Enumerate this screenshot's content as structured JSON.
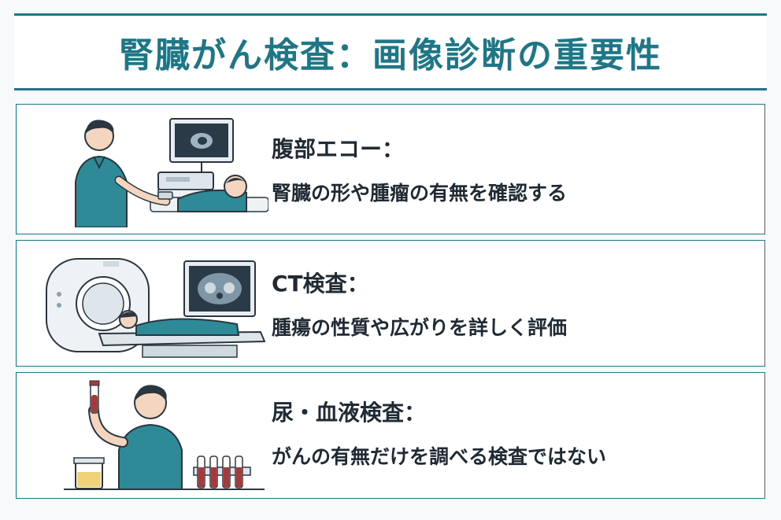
{
  "title": "腎臓がん検査：画像診断の重要性",
  "cards": [
    {
      "heading": "腹部エコー：",
      "description": "腎臓の形や腫瘤の有無を確認する",
      "illustration": "ultrasound-exam-icon"
    },
    {
      "heading": "CT検査：",
      "description": "腫瘍の性質や広がりを詳しく評価",
      "illustration": "ct-scanner-icon"
    },
    {
      "heading": "尿・血液検査：",
      "description": "がんの有無だけを調べる検査ではない",
      "illustration": "lab-test-icon"
    }
  ],
  "colors": {
    "accent": "#1f7686",
    "scrubs": "#2e8a96",
    "text": "#1f2a33",
    "background": "#f7f9fb"
  }
}
